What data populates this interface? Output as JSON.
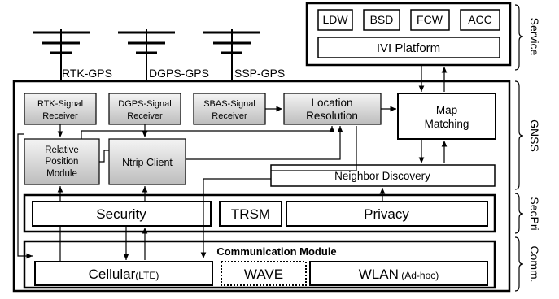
{
  "antennas": {
    "rtk": "RTK-GPS",
    "dgps": "DGPS-GPS",
    "ssp": "SSP-GPS"
  },
  "service": {
    "apps": [
      "LDW",
      "BSD",
      "FCW",
      "ACC"
    ],
    "platform": "IVI Platform"
  },
  "gnss": {
    "rtk_receiver": [
      "RTK-Signal",
      "Receiver"
    ],
    "dgps_receiver": [
      "DGPS-Signal",
      "Receiver"
    ],
    "sbas_receiver": [
      "SBAS-Signal",
      "Receiver"
    ],
    "location_resolution": [
      "Location",
      "Resolution"
    ],
    "map_matching": [
      "Map",
      "Matching"
    ],
    "relative_position": [
      "Relative",
      "Position",
      "Module"
    ],
    "ntrip_client": "Ntrip Client",
    "neighbor_discovery": "Neighbor Discovery"
  },
  "secpri": {
    "security": "Security",
    "trsm": "TRSM",
    "privacy": "Privacy"
  },
  "comm": {
    "title": "Communication Module",
    "cellular": "Cellular",
    "cellular_suffix": "(LTE)",
    "wave": "WAVE",
    "wlan": "WLAN",
    "wlan_suffix": "(Ad-hoc)"
  },
  "layers": {
    "service": "Service",
    "gnss": "GNSS",
    "secpri": "SecPri",
    "comm": "Comm."
  },
  "colors": {
    "gradient_top": "#f4f4f4",
    "gradient_bottom": "#bdbdbd",
    "stroke": "#000000"
  }
}
